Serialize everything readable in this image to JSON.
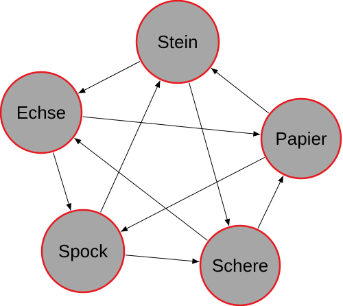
{
  "nodes": {
    "stein": "Stein",
    "echse": "Echse",
    "papier": "Papier",
    "spock": "Spock",
    "schere": "Schere"
  },
  "edges": [
    {
      "from": "stein",
      "to": "echse"
    },
    {
      "from": "stein",
      "to": "schere"
    },
    {
      "from": "echse",
      "to": "papier"
    },
    {
      "from": "echse",
      "to": "spock"
    },
    {
      "from": "papier",
      "to": "stein"
    },
    {
      "from": "papier",
      "to": "spock"
    },
    {
      "from": "spock",
      "to": "stein"
    },
    {
      "from": "spock",
      "to": "schere"
    },
    {
      "from": "schere",
      "to": "echse"
    },
    {
      "from": "schere",
      "to": "papier"
    }
  ],
  "colors": {
    "node_fill": "#a6a6a6",
    "node_stroke": "#e8191f",
    "edge": "#000000"
  }
}
